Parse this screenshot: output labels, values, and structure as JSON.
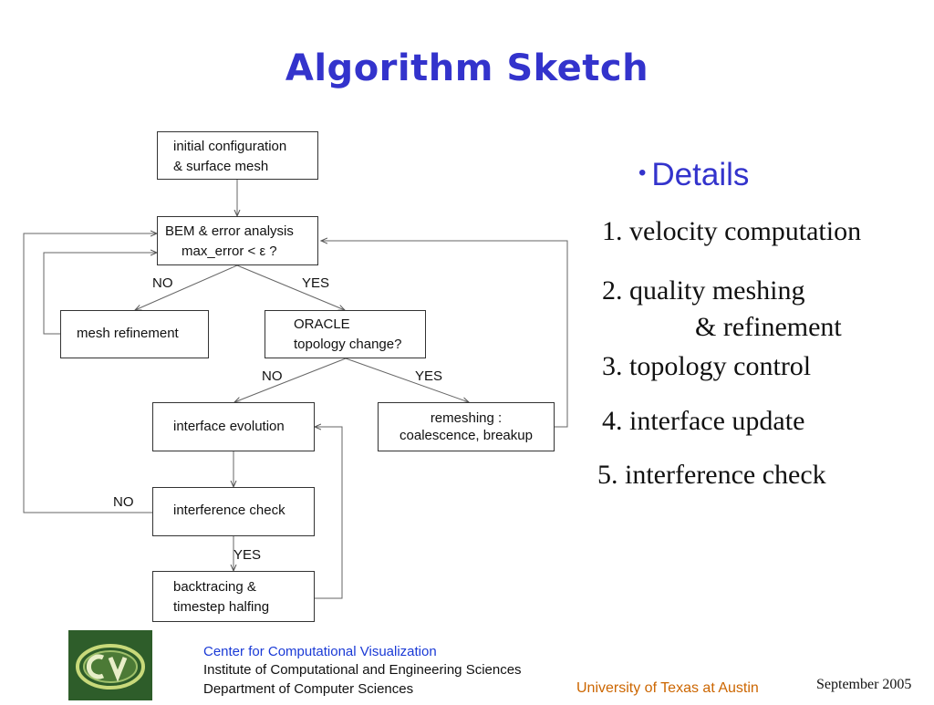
{
  "slide": {
    "title": "Algorithm Sketch"
  },
  "flowchart": {
    "nodes": {
      "init": {
        "line1": "initial configuration",
        "line2": "& surface mesh"
      },
      "bem": {
        "line1": "BEM & error analysis",
        "line2": "max_error <  ε    ?"
      },
      "refine": {
        "line1": "mesh refinement"
      },
      "oracle": {
        "line1": "ORACLE",
        "line2": "topology change?"
      },
      "evolution": {
        "line1": "interface evolution"
      },
      "remesh": {
        "line1": "remeshing :",
        "line2": "coalescence, breakup"
      },
      "interference": {
        "line1": "interference check"
      },
      "backtrack": {
        "line1": "backtracing &",
        "line2": "timestep halfing"
      }
    },
    "labels": {
      "bem_no": "NO",
      "bem_yes": "YES",
      "oracle_no": "NO",
      "oracle_yes": "YES",
      "interference_no": "NO",
      "interference_yes": "YES"
    }
  },
  "details": {
    "heading": "Details",
    "bullet": "•",
    "items": [
      "1. velocity computation",
      "2. quality meshing",
      "& refinement",
      "3. topology control",
      "4. interface update",
      "5. interference check"
    ]
  },
  "footer": {
    "logo_icon": "ccv-logo-icon",
    "line1": "Center for Computational Visualization",
    "line2": "Institute of Computational and Engineering Sciences",
    "line3": "Department of Computer Sciences",
    "university": "University of Texas at Austin",
    "date": "September  2005"
  },
  "colors": {
    "title": "#3333cc",
    "footer_link": "#1a3ad6",
    "university": "#cc6600",
    "logo_bg": "#2e5d2a"
  }
}
